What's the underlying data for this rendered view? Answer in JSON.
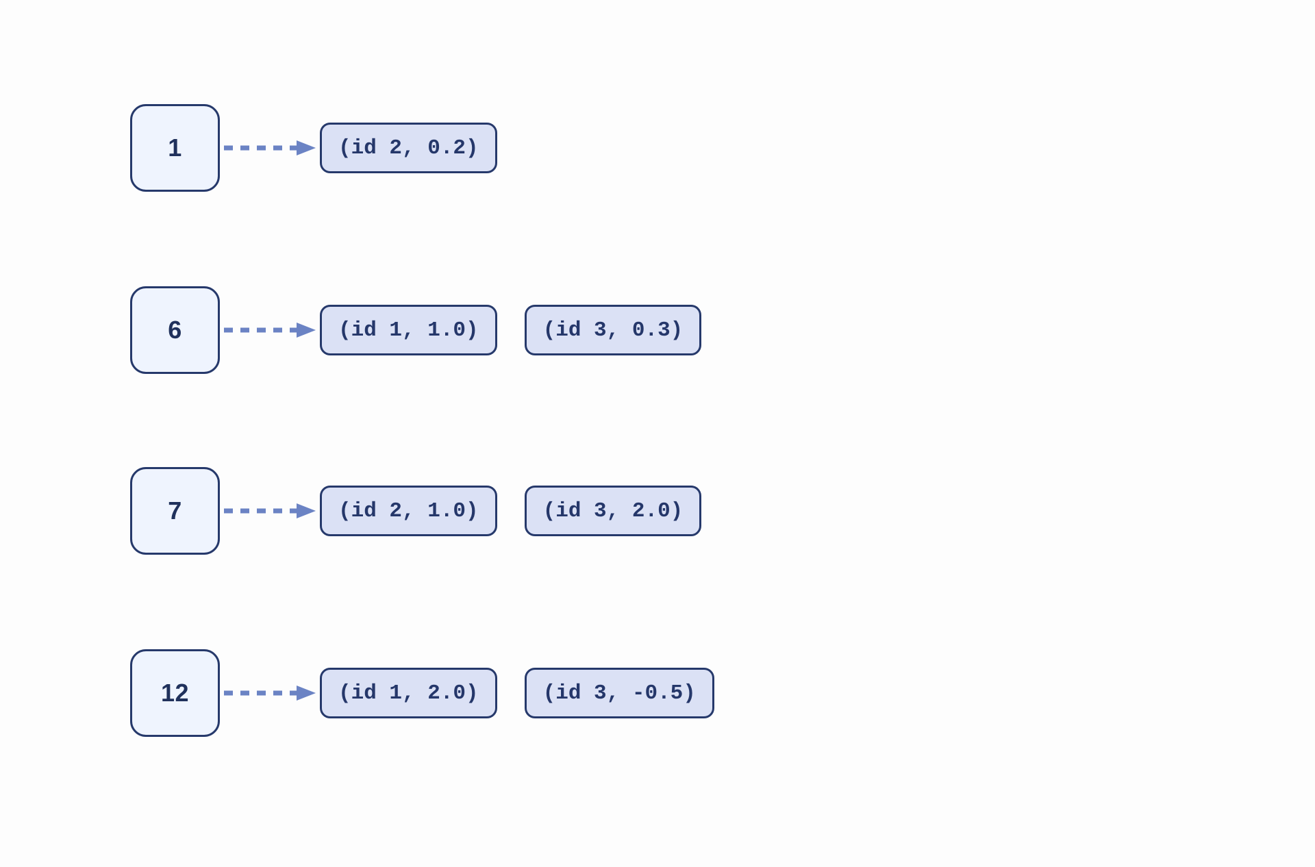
{
  "diagram": {
    "type": "adjacency-list",
    "background_color": "#fdfdfd",
    "node_fill": "#eff4fe",
    "node_stroke": "#26396b",
    "badge_fill": "#dbe1f5",
    "badge_stroke": "#26396b",
    "arrow_color": "#6b83c4",
    "text_color": "#25376a",
    "edge_style": "dashed-arrow",
    "rows": [
      {
        "node": "1",
        "arrow": "dashed-arrow-right-icon",
        "badges": [
          "(id 2, 0.2)"
        ]
      },
      {
        "node": "6",
        "arrow": "dashed-arrow-right-icon",
        "badges": [
          "(id 1, 1.0)",
          "(id 3, 0.3)"
        ]
      },
      {
        "node": "7",
        "arrow": "dashed-arrow-right-icon",
        "badges": [
          "(id 2, 1.0)",
          "(id 3, 2.0)"
        ]
      },
      {
        "node": "12",
        "arrow": "dashed-arrow-right-icon",
        "badges": [
          "(id 1, 2.0)",
          "(id 3, -0.5)"
        ]
      }
    ]
  }
}
